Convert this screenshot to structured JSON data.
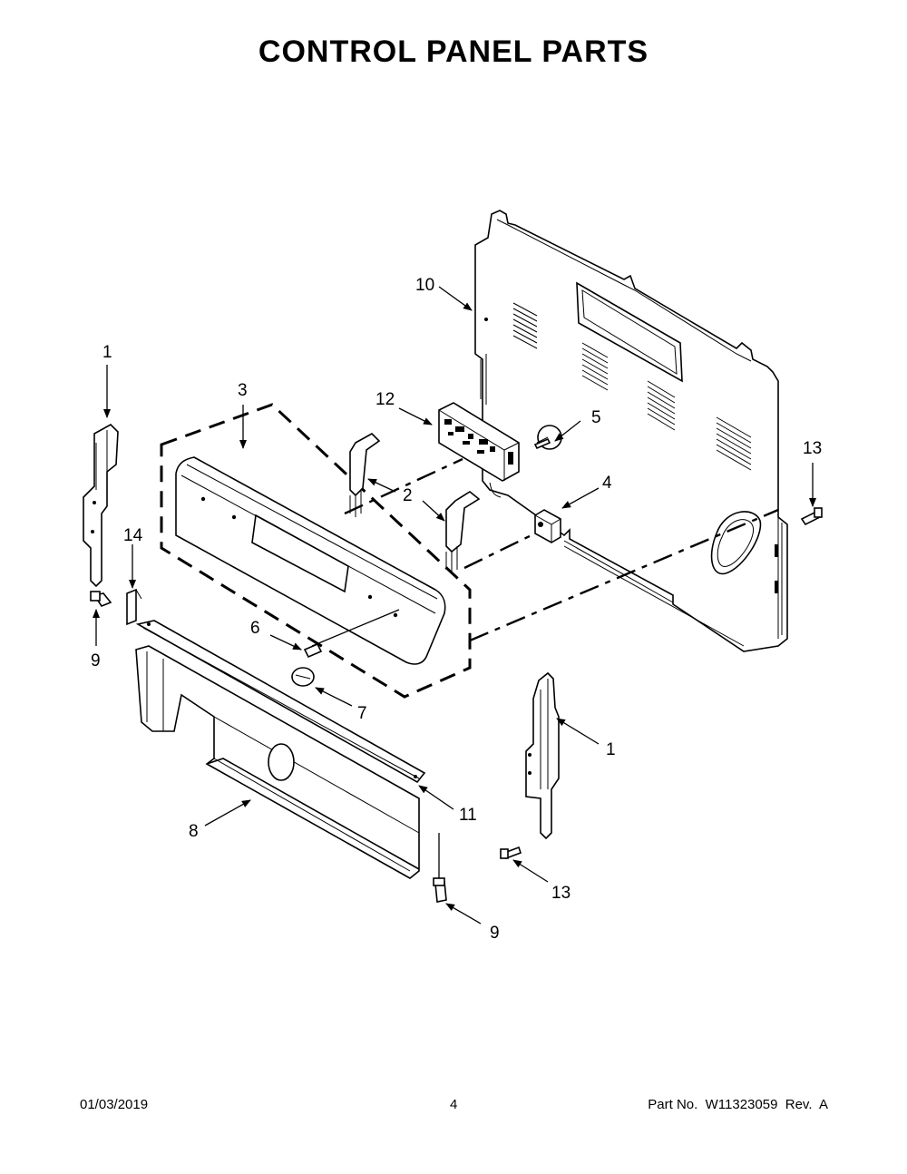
{
  "page": {
    "title": "CONTROL PANEL PARTS",
    "footer": {
      "date": "01/03/2019",
      "page_number": "4",
      "part_info": "Part No.  W11323059  Rev.  A"
    }
  },
  "callouts": {
    "c1_left": "1",
    "c14": "14",
    "c9_left": "9",
    "c3": "3",
    "c12": "12",
    "c10": "10",
    "c5": "5",
    "c2": "2",
    "c4": "4",
    "c13_right": "13",
    "c6": "6",
    "c7": "7",
    "c1_right": "1",
    "c11": "11",
    "c8": "8",
    "c13_bottom": "13",
    "c9_bottom": "9"
  }
}
